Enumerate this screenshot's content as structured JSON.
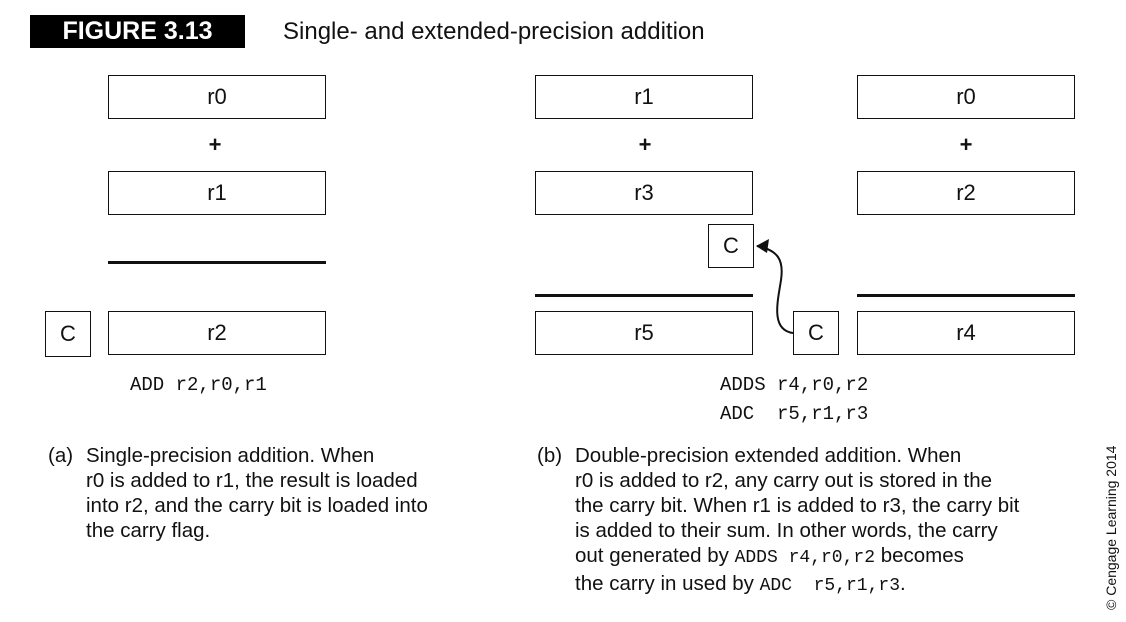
{
  "figure": {
    "label": "FIGURE 3.13",
    "title": "Single- and extended-precision addition"
  },
  "panel_a": {
    "operand_top": "r0",
    "plus": "+",
    "operand_bottom": "r1",
    "carry": "C",
    "result": "r2",
    "instruction": "ADD r2,r0,r1",
    "caption_label": "(a)",
    "caption_lines": [
      "Single-precision addition. When",
      "r0 is added to r1, the result is loaded",
      "into r2, and the carry bit is loaded into",
      "the carry flag."
    ]
  },
  "panel_b": {
    "high": {
      "operand_top": "r1",
      "plus": "+",
      "operand_bottom": "r3",
      "result": "r5"
    },
    "low": {
      "operand_top": "r0",
      "plus": "+",
      "operand_bottom": "r2",
      "result": "r4"
    },
    "carry_in": "C",
    "carry_out": "C",
    "instructions": [
      "ADDS r4,r0,r2",
      "ADC  r5,r1,r3"
    ],
    "caption_label": "(b)",
    "caption_lines": [
      "Double-precision extended addition. When",
      "r0 is added to r2, any carry out is stored in the",
      "the carry bit. When r1 is added to r3, the carry bit",
      "is added to their sum. In other words, the carry"
    ],
    "caption_line5_pre": "out generated by ",
    "caption_line5_code": "ADDS r4,r0,r2",
    "caption_line5_post": " becomes",
    "caption_line6_pre": "the carry in used by ",
    "caption_line6_code": "ADC  r5,r1,r3",
    "caption_line6_post": "."
  },
  "credit": "© Cengage Learning 2014"
}
